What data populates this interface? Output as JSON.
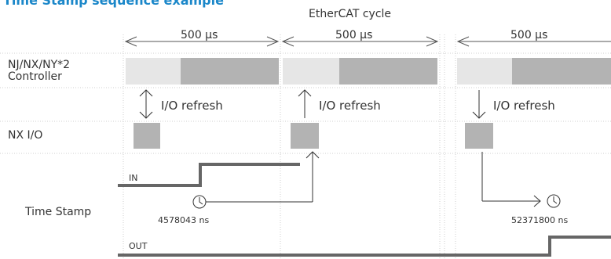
{
  "title": "Time Stamp sequence example",
  "cycle_label": "EtherCAT cycle",
  "period_labels": [
    "500 µs",
    "500 µs",
    "500 µs"
  ],
  "rows": {
    "controller_line1": "NJ/NX/NY*2",
    "controller_line2": "Controller",
    "nxio": "NX I/O",
    "timestamp": "Time Stamp"
  },
  "io_refresh_label": "I/O refresh",
  "signals": {
    "input": "IN",
    "output": "OUT"
  },
  "timestamps": [
    "4578043 ns",
    "52371800 ns"
  ],
  "colors": {
    "title": "#1b87c9",
    "light_block": "#e6e6e6",
    "dark_block": "#b3b3b3",
    "signal_line": "#666666",
    "arrow": "#333333",
    "grid": "#cfcfcf"
  },
  "icons": [
    "clock-icon",
    "clock-icon"
  ]
}
